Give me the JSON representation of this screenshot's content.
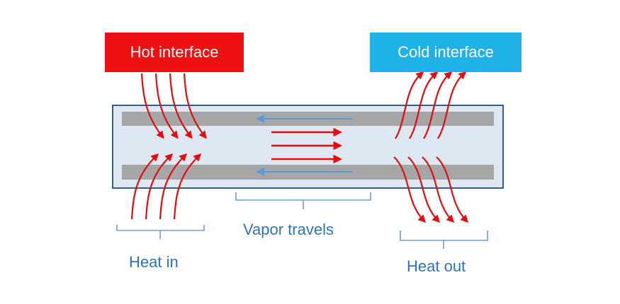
{
  "labels": {
    "hot_interface": "Hot interface",
    "cold_interface": "Cold interface",
    "heat_in": "Heat in",
    "vapor_travels": "Vapor travels",
    "heat_out": "Heat out"
  },
  "colors": {
    "hot": "#ee1111",
    "cold": "#1fb2e6",
    "tube_fill": "#dde8f3",
    "tube_border": "#2f5f8f",
    "wick": "#a6a6a6",
    "arrow": "#e30d0d",
    "flow_arrow": "#5b9bd5",
    "caption_text": "#2e74b5",
    "bracket": "#6f9fd0"
  }
}
